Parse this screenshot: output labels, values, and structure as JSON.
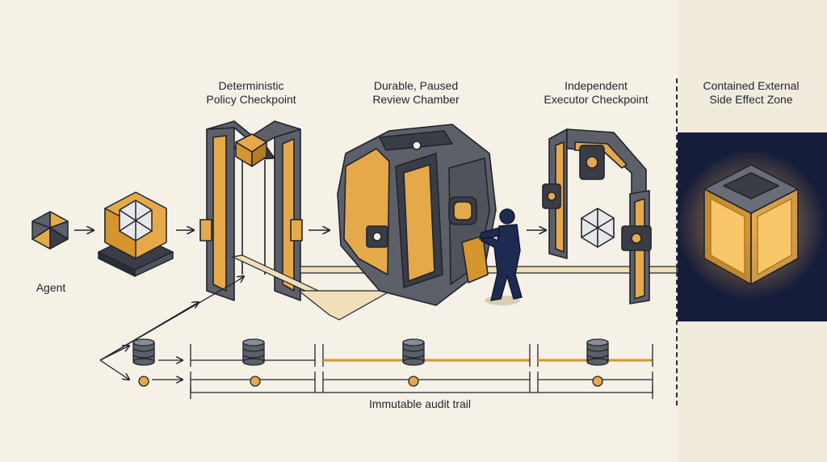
{
  "labels": {
    "agent": "Agent",
    "policy_checkpoint": [
      "Deterministic",
      "Policy Checkpoint"
    ],
    "review_chamber": [
      "Durable, Paused",
      "Review Chamber"
    ],
    "executor_checkpoint": [
      "Independent",
      "Executor Checkpoint"
    ],
    "side_effect_zone": [
      "Contained External",
      "Side Effect Zone"
    ],
    "audit_trail": "Immutable audit trail"
  },
  "colors": {
    "background": "#f6f1e6",
    "dark_zone": "#161d3b",
    "accent_gold": "#e5a94a",
    "gray": "#5d6068",
    "outline": "#1f2430"
  }
}
